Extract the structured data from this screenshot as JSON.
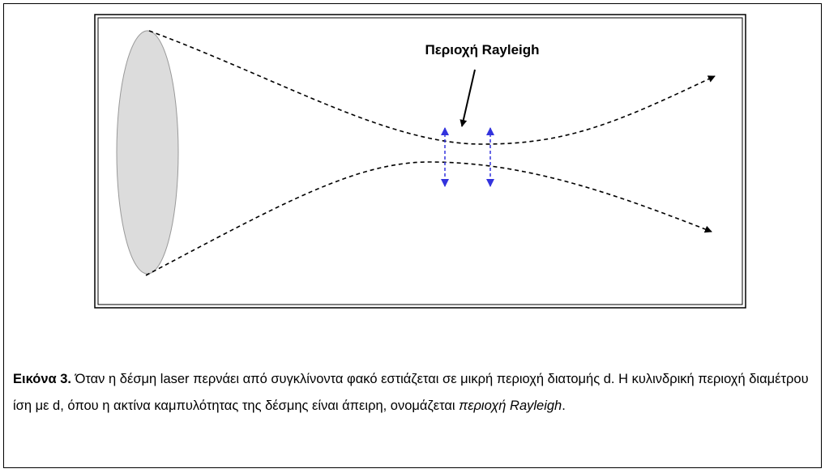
{
  "diagram": {
    "label": "Περιοχή Rayleigh",
    "colors": {
      "beam": "#000000",
      "arrows": "#3333dd",
      "lens_fill": "#dcdcdc",
      "lens_stroke": "#999999"
    }
  },
  "caption": {
    "figure_label": "Εικόνα 3.",
    "text_part1": " Όταν η δέσμη laser περνάει από συγκλίνοντα φακό εστιάζεται σε μικρή περιοχή διατομής d.  Η κυλινδρική περιοχή διαμέτρου ίση με d, όπου η ακτίνα καμπυλότητας της δέσμης είναι άπειρη, ονομάζεται ",
    "italic_term": "περιοχή Rayleigh",
    "text_end": "."
  }
}
